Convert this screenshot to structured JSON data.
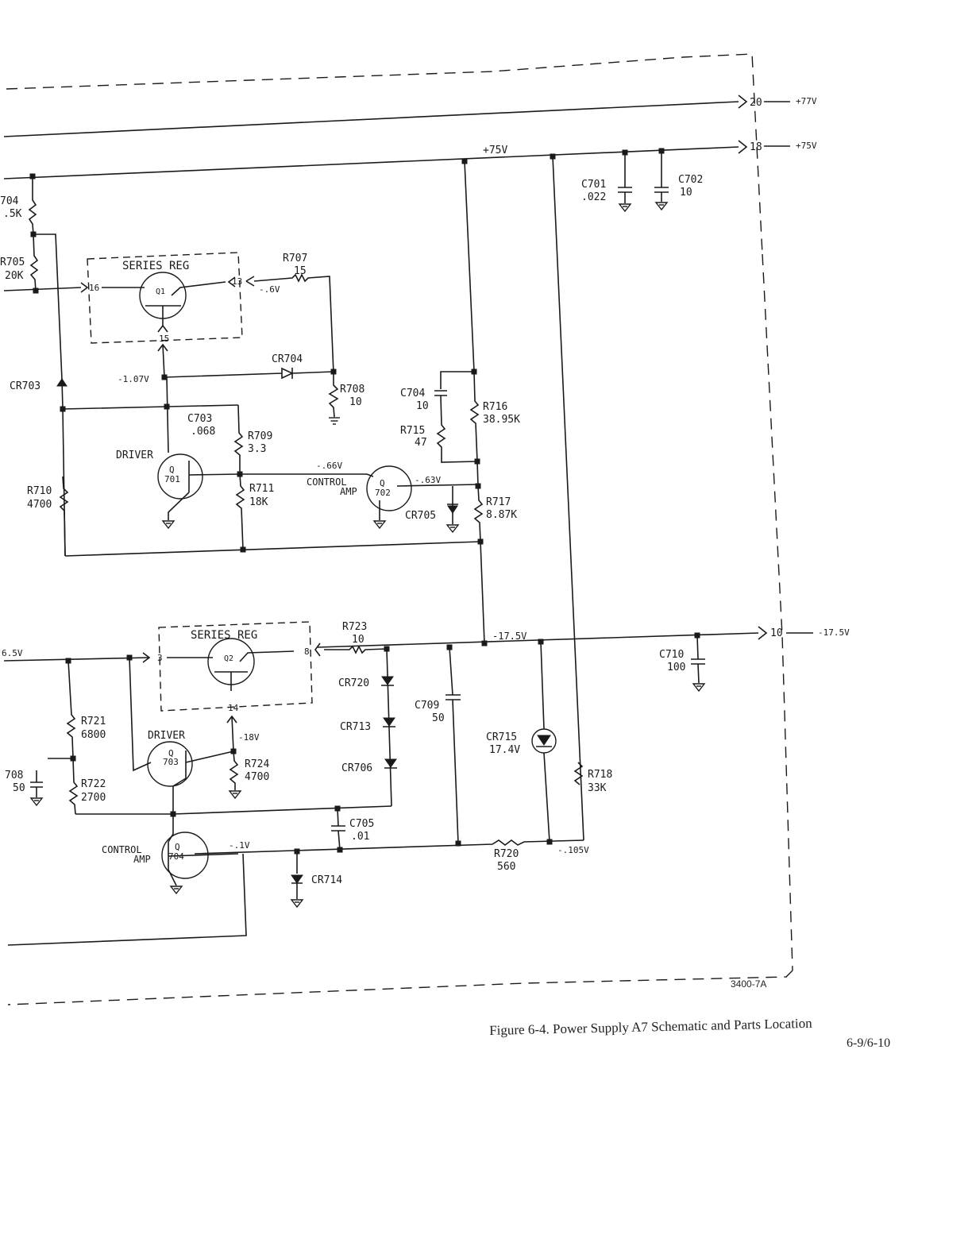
{
  "figure": {
    "caption": "Figure 6-4. Power Supply A7 Schematic and Parts Location",
    "page_number": "6-9/6-10",
    "drawing_code": "3400-7A"
  },
  "connectors": [
    {
      "pin": "20",
      "voltage": "+77V"
    },
    {
      "pin": "18",
      "voltage": "+75V"
    },
    {
      "pin": "10",
      "voltage": "-17.5V"
    }
  ],
  "nets": {
    "v_plus75": "+75V",
    "v_minus17_5": "-17.5V",
    "v_minus_0_6": "-.6V",
    "v_minus_1_07": "-1.07V",
    "v_minus_0_66": "-.66V",
    "v_minus_0_63": "-.63V",
    "v_minus_18": "-18V",
    "v_minus_0_1": "-.1V",
    "v_minus_0_105": "-.105V",
    "v_left_partial": "6.5V"
  },
  "blocks": {
    "series_reg_1": "SERIES REG",
    "series_reg_2": "SERIES REG",
    "driver_1": "DRIVER",
    "driver_2": "DRIVER",
    "control_amp_1a": "CONTROL",
    "control_amp_1b": "AMP",
    "control_amp_2a": "CONTROL",
    "control_amp_2b": "AMP"
  },
  "pins": {
    "q1_base": "15",
    "q1_collector": "16",
    "q1_emitter": "13",
    "q2_base": "14",
    "q2_collector": "3",
    "q2_emitter": "8"
  },
  "transistors": {
    "q1": {
      "ref": "Q1"
    },
    "q2": {
      "ref": "Q2"
    },
    "q701": {
      "ref_a": "Q",
      "ref_b": "701"
    },
    "q702": {
      "ref_a": "Q",
      "ref_b": "702"
    },
    "q703": {
      "ref_a": "Q",
      "ref_b": "703"
    },
    "q704": {
      "ref_a": "Q",
      "ref_b": "704"
    }
  },
  "components": [
    {
      "id": "r704",
      "ref": "704",
      "value": ".5K"
    },
    {
      "id": "r705",
      "ref": "R705",
      "value": "20K"
    },
    {
      "id": "r707",
      "ref": "R707",
      "value": "15"
    },
    {
      "id": "r708",
      "ref": "R708",
      "value": "10"
    },
    {
      "id": "r709",
      "ref": "R709",
      "value": "3.3"
    },
    {
      "id": "r710",
      "ref": "R710",
      "value": "4700"
    },
    {
      "id": "r711",
      "ref": "R711",
      "value": "18K"
    },
    {
      "id": "r715",
      "ref": "R715",
      "value": "47"
    },
    {
      "id": "r716",
      "ref": "R716",
      "value": "38.95K"
    },
    {
      "id": "r717",
      "ref": "R717",
      "value": "8.87K"
    },
    {
      "id": "r718",
      "ref": "R718",
      "value": "33K"
    },
    {
      "id": "r720",
      "ref": "R720",
      "value": "560"
    },
    {
      "id": "r721",
      "ref": "R721",
      "value": "6800"
    },
    {
      "id": "r722",
      "ref": "R722",
      "value": "2700"
    },
    {
      "id": "r723",
      "ref": "R723",
      "value": "10"
    },
    {
      "id": "r724",
      "ref": "R724",
      "value": "4700"
    },
    {
      "id": "c701",
      "ref": "C701",
      "value": ".022"
    },
    {
      "id": "c702",
      "ref": "C702",
      "value": "10"
    },
    {
      "id": "c703",
      "ref": "C703",
      "value": ".068"
    },
    {
      "id": "c704",
      "ref": "C704",
      "value": "10"
    },
    {
      "id": "c705",
      "ref": "C705",
      "value": ".01"
    },
    {
      "id": "c708",
      "ref": "708",
      "value": "50"
    },
    {
      "id": "c709",
      "ref": "C709",
      "value": "50"
    },
    {
      "id": "c710",
      "ref": "C710",
      "value": "100"
    },
    {
      "id": "cr703",
      "ref": "CR703",
      "value": ""
    },
    {
      "id": "cr704",
      "ref": "CR704",
      "value": ""
    },
    {
      "id": "cr705",
      "ref": "CR705",
      "value": ""
    },
    {
      "id": "cr706",
      "ref": "CR706",
      "value": ""
    },
    {
      "id": "cr713",
      "ref": "CR713",
      "value": ""
    },
    {
      "id": "cr714",
      "ref": "CR714",
      "value": ""
    },
    {
      "id": "cr715",
      "ref": "CR715",
      "value": "17.4V"
    },
    {
      "id": "cr720",
      "ref": "CR720",
      "value": ""
    }
  ]
}
